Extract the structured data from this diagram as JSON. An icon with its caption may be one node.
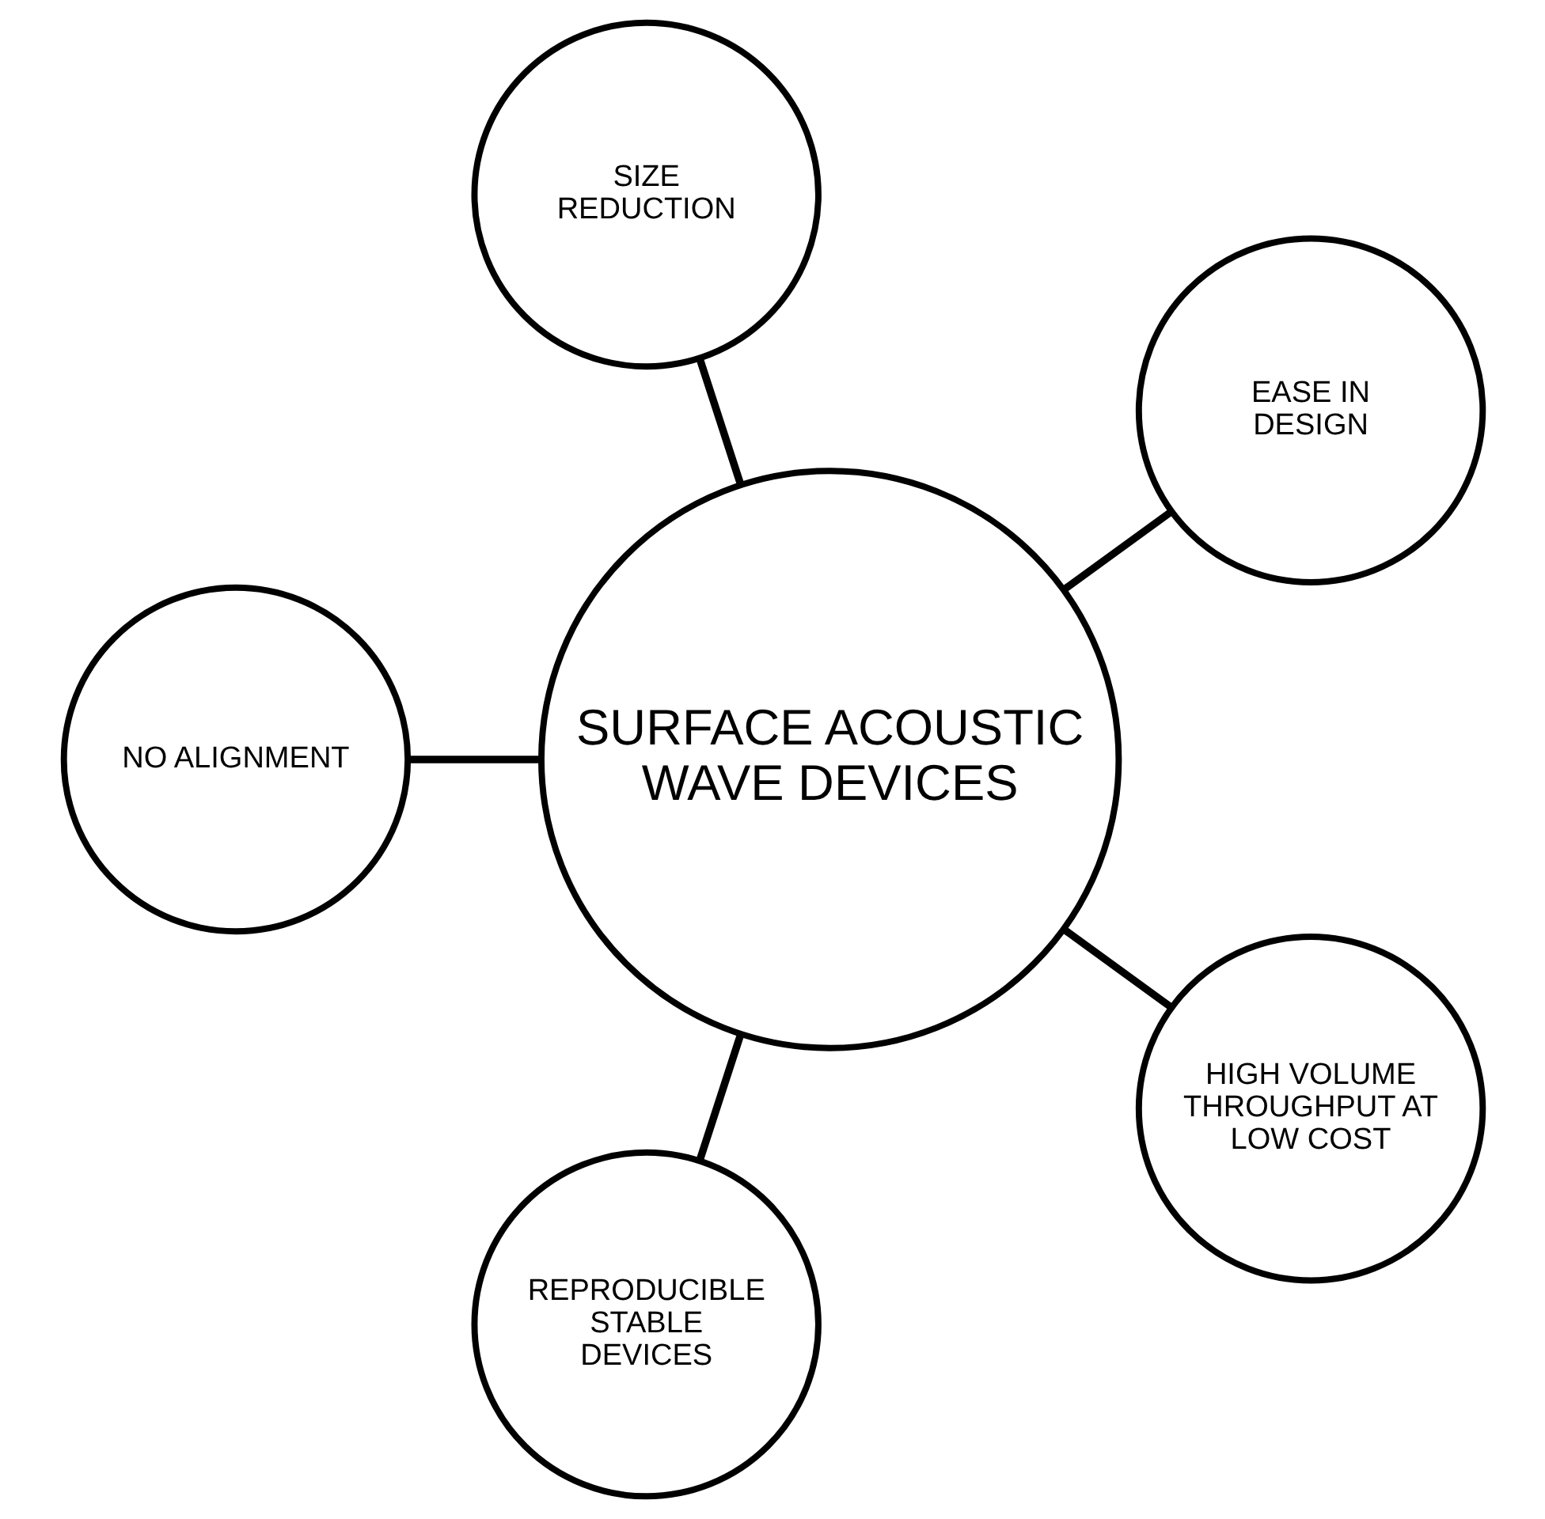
{
  "diagram": {
    "nodes": [
      {
        "text": [
          "EASE IN DESIGN"
        ]
      },
      {
        "text": [
          "SIZE REDUCTION"
        ]
      },
      {
        "text": [
          "NO ALIGNMENT"
        ]
      },
      {
        "text": [
          "SURFACE ACOUSTIC WAVE DEVICES"
        ]
      },
      {
        "text": [
          "REPRODUCIBLE STABLE DEVICES"
        ]
      },
      {
        "text": [
          "HIGH VOLUME THROUGHPUT AT LOW COST"
        ]
      }
    ],
    "edges": [
      {
        "from": 3,
        "to": 0,
        "arrow": "none"
      },
      {
        "from": 3,
        "to": 1,
        "arrow": "none"
      },
      {
        "from": 3,
        "to": 2,
        "arrow": "none"
      },
      {
        "from": 3,
        "to": 4,
        "arrow": "none"
      },
      {
        "from": 3,
        "to": 5,
        "arrow": "none"
      }
    ]
  }
}
